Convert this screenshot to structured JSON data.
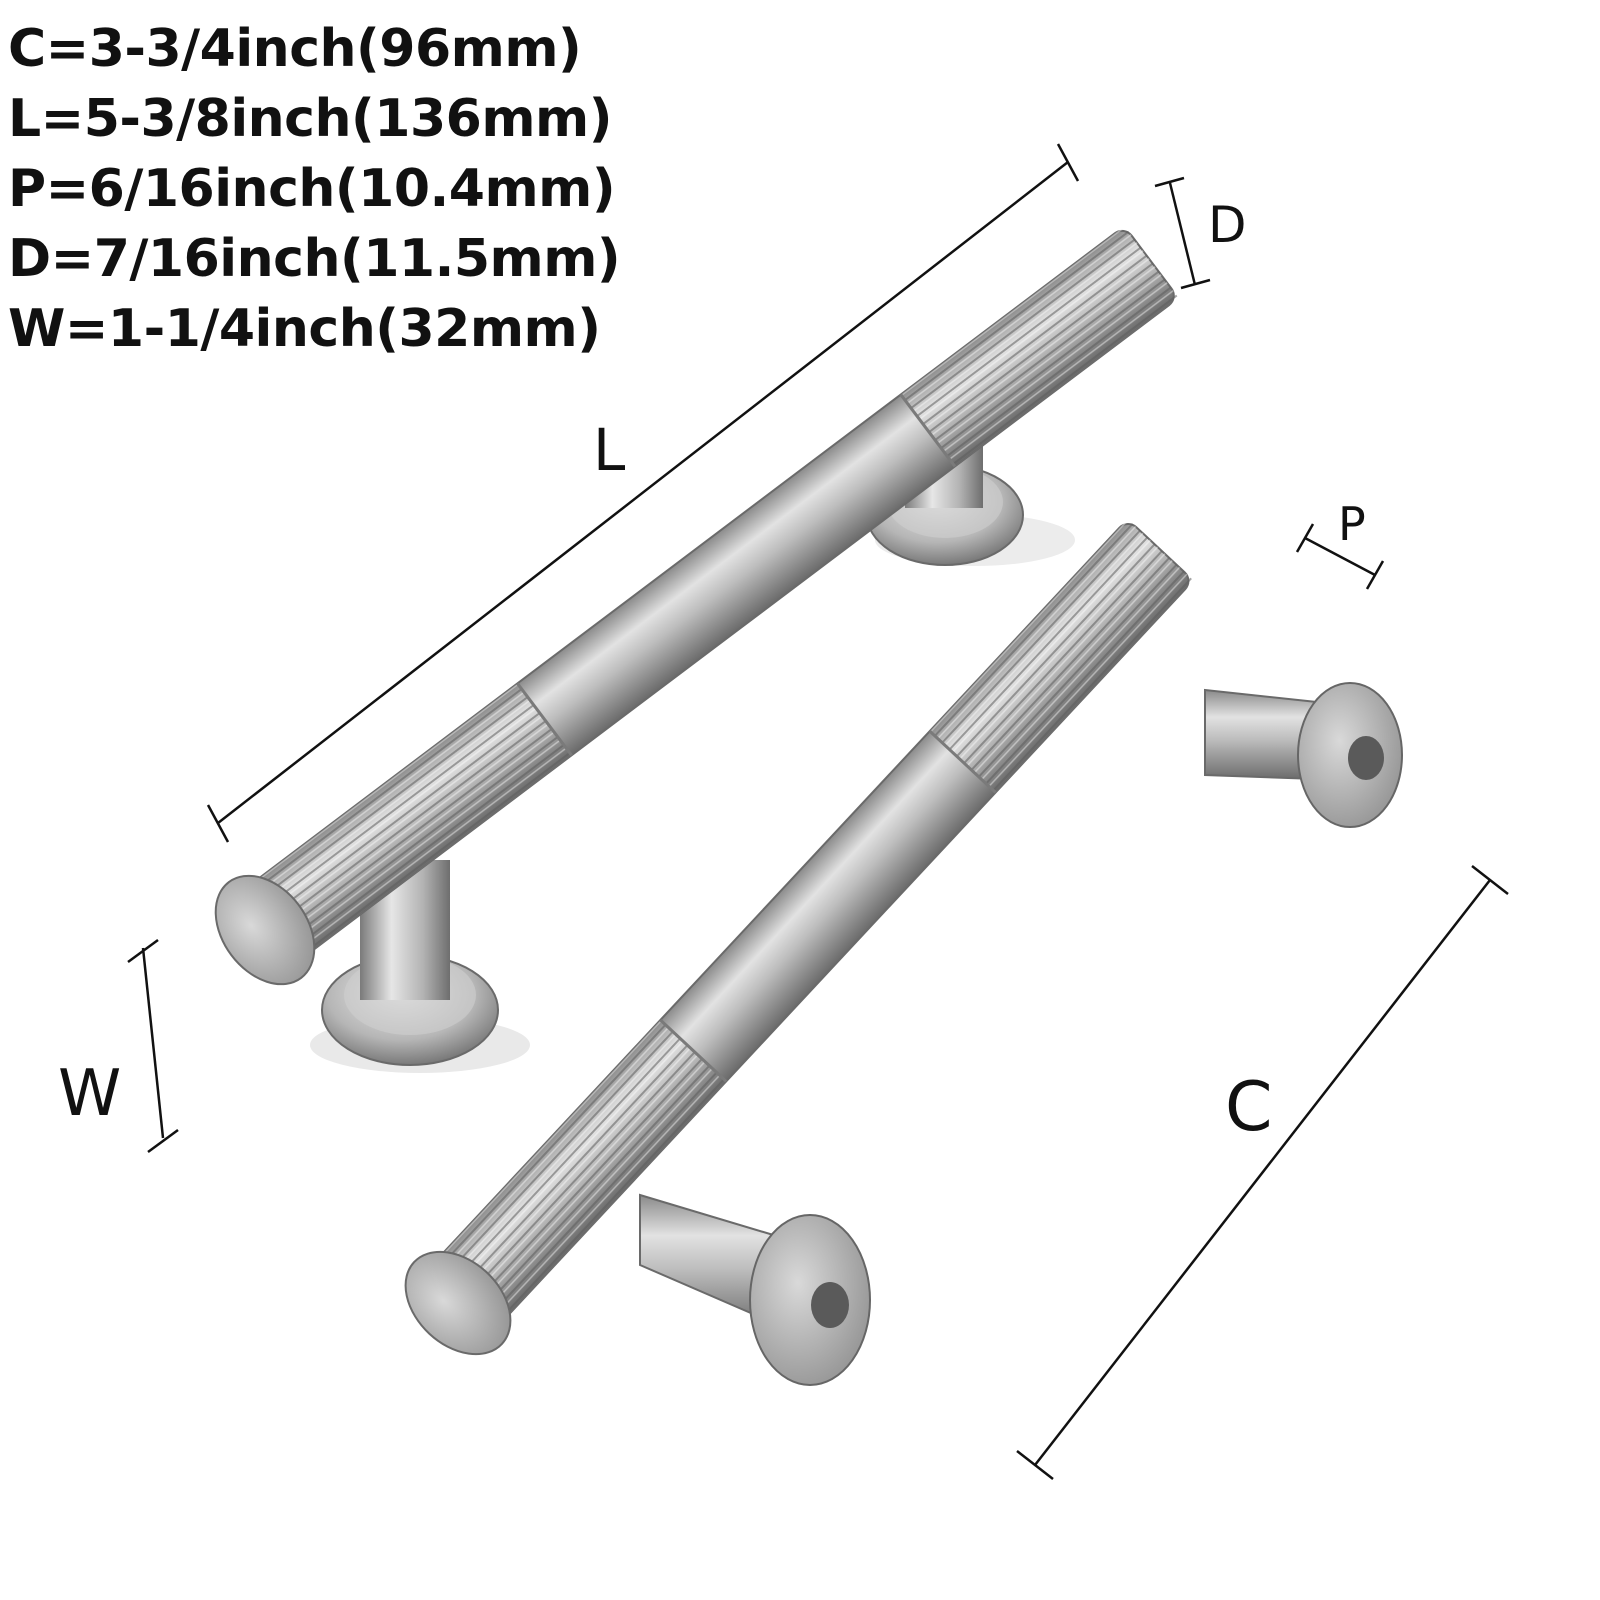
{
  "specs": [
    "C=3-3/4inch(96mm)",
    "L=5-3/8inch(136mm)",
    "P=6/16inch(10.4mm)",
    "D=7/16inch(11.5mm)",
    "W=1-1/4inch(32mm)"
  ],
  "labels": {
    "L": "L",
    "D": "D",
    "P": "P",
    "W": "W",
    "C": "C"
  },
  "colors": {
    "metal_light": "#dcdcdc",
    "metal_mid": "#a9a9a9",
    "metal_dark": "#6f6f6f",
    "line": "#111111"
  }
}
